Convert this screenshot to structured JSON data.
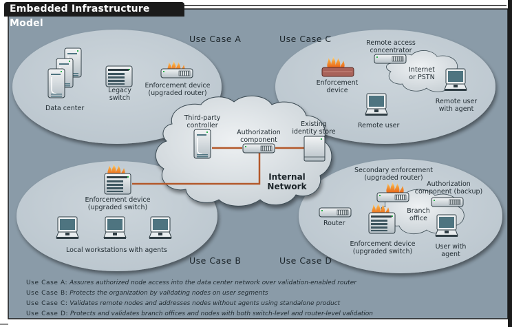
{
  "title": "Embedded Infrastructure Model",
  "colors": {
    "background": "#8a9ba8",
    "ellipse": "#c5cfd6",
    "cloud": "#dfe4e7",
    "link": "#b3582a",
    "frame": "#1b1b1b"
  },
  "use_case_labels": {
    "a": "Use Case A",
    "b": "Use Case B",
    "c": "Use Case C",
    "d": "Use Case D"
  },
  "internal_network": {
    "label_line1": "Internal",
    "label_line2": "Network",
    "third_party_controller": [
      "Third-party",
      "controller"
    ],
    "authorization_component": [
      "Authorization",
      "component"
    ],
    "identity_store": [
      "Existing",
      "identity store"
    ]
  },
  "use_case_a": {
    "data_center": "Data center",
    "legacy_switch": [
      "Legacy",
      "switch"
    ],
    "enforcement_device": [
      "Enforcement device",
      "(upgraded router)"
    ]
  },
  "use_case_b": {
    "enforcement_device": [
      "Enforcement device",
      "(upgraded switch)"
    ],
    "workstations": "Local workstations with agents"
  },
  "use_case_c": {
    "remote_access": [
      "Remote access",
      "concentrator"
    ],
    "internet": [
      "Internet",
      "or PSTN"
    ],
    "enforcement_device": [
      "Enforcement",
      "device"
    ],
    "remote_user": "Remote user",
    "remote_user_agent": [
      "Remote user",
      "with agent"
    ]
  },
  "use_case_d": {
    "secondary_enforcement": [
      "Secondary enforcement",
      "(upgraded router)"
    ],
    "auth_backup": [
      "Authorization",
      "component (backup)"
    ],
    "branch_office": [
      "Branch",
      "office"
    ],
    "router": "Router",
    "enforcement_device": [
      "Enforcement device",
      "(upgraded switch)"
    ],
    "user_agent": [
      "User with",
      "agent"
    ]
  },
  "legend": [
    {
      "key": "Use Case A:",
      "text": "Assures authorized node access into the data center network over validation-enabled router"
    },
    {
      "key": "Use Case B:",
      "text": "Protects the organization by validating nodes on user segments"
    },
    {
      "key": "Use Case C:",
      "text": "Validates remote nodes and addresses nodes without agents using standalone product"
    },
    {
      "key": "Use Case D:",
      "text": "Protects and validates branch offices and nodes with both switch-level and router-level validation"
    }
  ]
}
